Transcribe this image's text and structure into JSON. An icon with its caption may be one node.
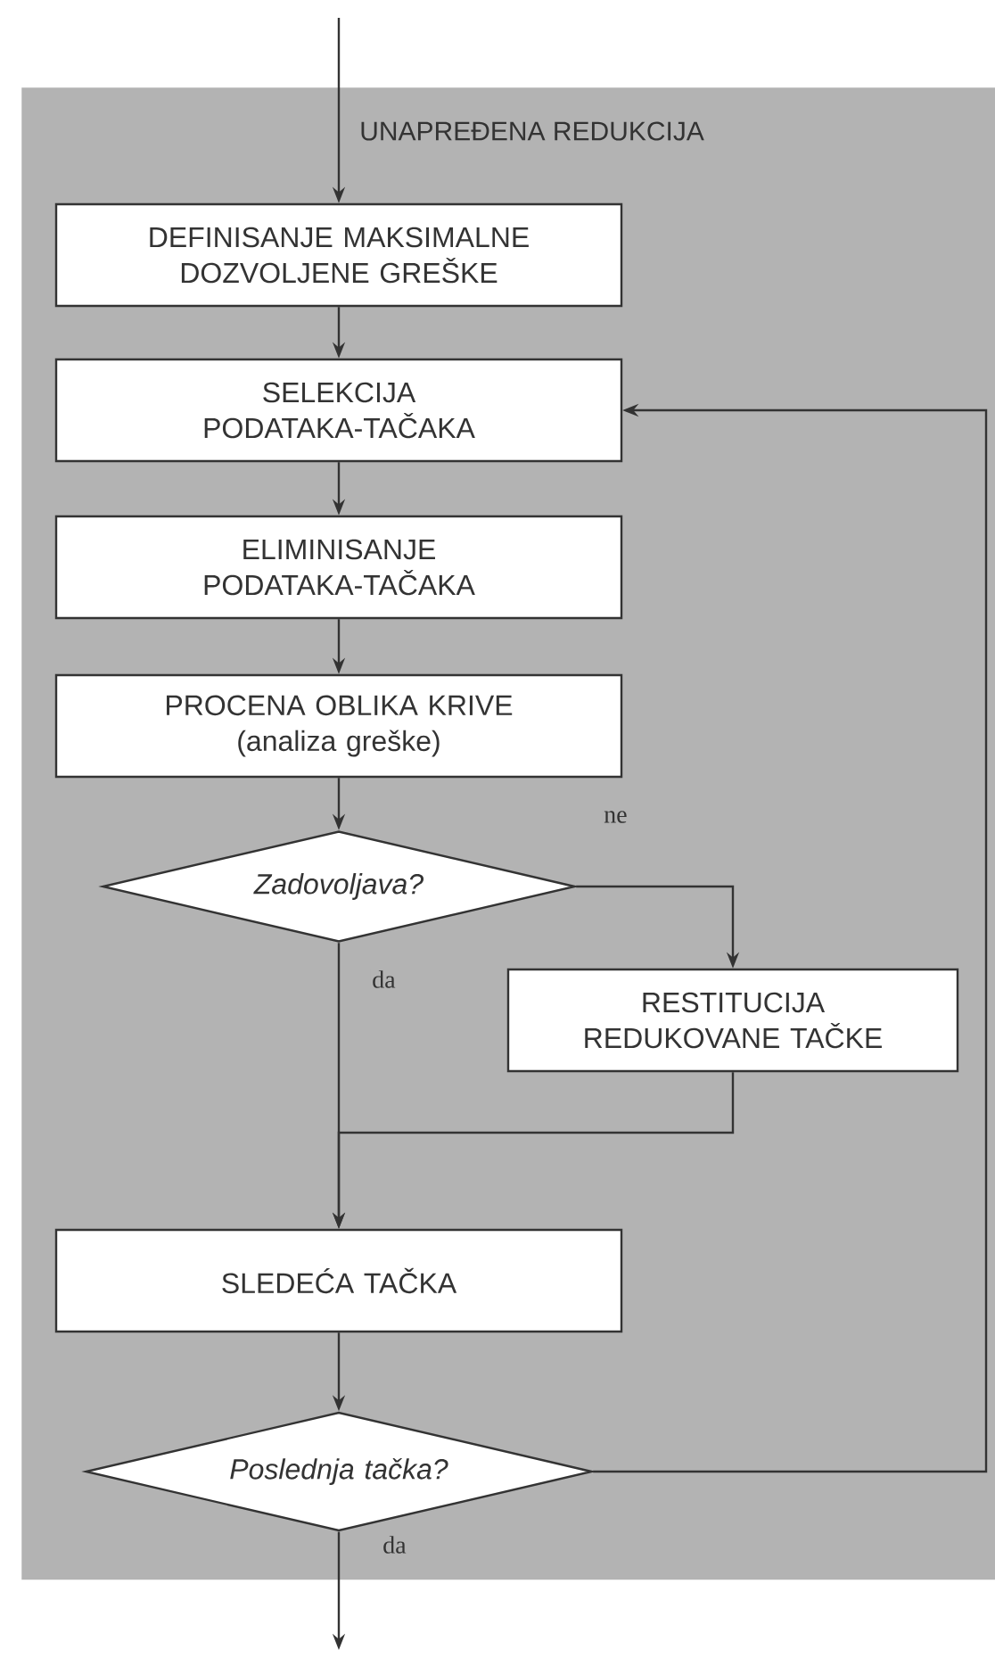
{
  "diagram": {
    "nodes": [
      {
        "text": [
          "UNAPREĐENA REDUKCIJA"
        ]
      },
      {
        "text": [
          "DEFINISANJE MAKSIMALNE DOZVOLJENE GREŠKE"
        ],
        "in": 0
      },
      {
        "text": [
          "SELEKCIJA PODATAKA-TAČAKA"
        ],
        "in": 0
      },
      {
        "text": [
          "ELIMINISANJE PODATAKA-TAČAKA"
        ],
        "in": 0
      },
      {
        "text": [
          "PROCENA OBLIKA KRIVE",
          "(analiza greške)"
        ],
        "in": 0
      },
      {
        "text": [
          "Zadovoljava?"
        ],
        "in": 0
      },
      {
        "text": [
          "RESTITUCIJA REDUKOVANE TAČKE"
        ],
        "in": 0
      },
      {
        "text": [
          "SLEDEĆA TAČKA"
        ],
        "in": 0
      },
      {
        "text": [
          "Poslednja tačka?"
        ],
        "in": 0
      }
    ],
    "edges": [
      {
        "from": null,
        "to": 1,
        "arrow": "to"
      },
      {
        "from": 1,
        "to": 2,
        "arrow": "to"
      },
      {
        "from": 2,
        "to": 3,
        "arrow": "to"
      },
      {
        "from": 3,
        "to": 4,
        "arrow": "to"
      },
      {
        "from": 4,
        "to": 5,
        "arrow": "to"
      },
      {
        "from": 5,
        "to": 6,
        "arrow": "to",
        "label": "ne"
      },
      {
        "from": 5,
        "to": 7,
        "arrow": "to",
        "label": "da"
      },
      {
        "from": 6,
        "to": 7,
        "arrow": "to"
      },
      {
        "from": 7,
        "to": 8,
        "arrow": "to"
      },
      {
        "from": 8,
        "to": 2,
        "arrow": "to"
      },
      {
        "from": 8,
        "to": null,
        "arrow": "to",
        "label": "da"
      }
    ]
  }
}
